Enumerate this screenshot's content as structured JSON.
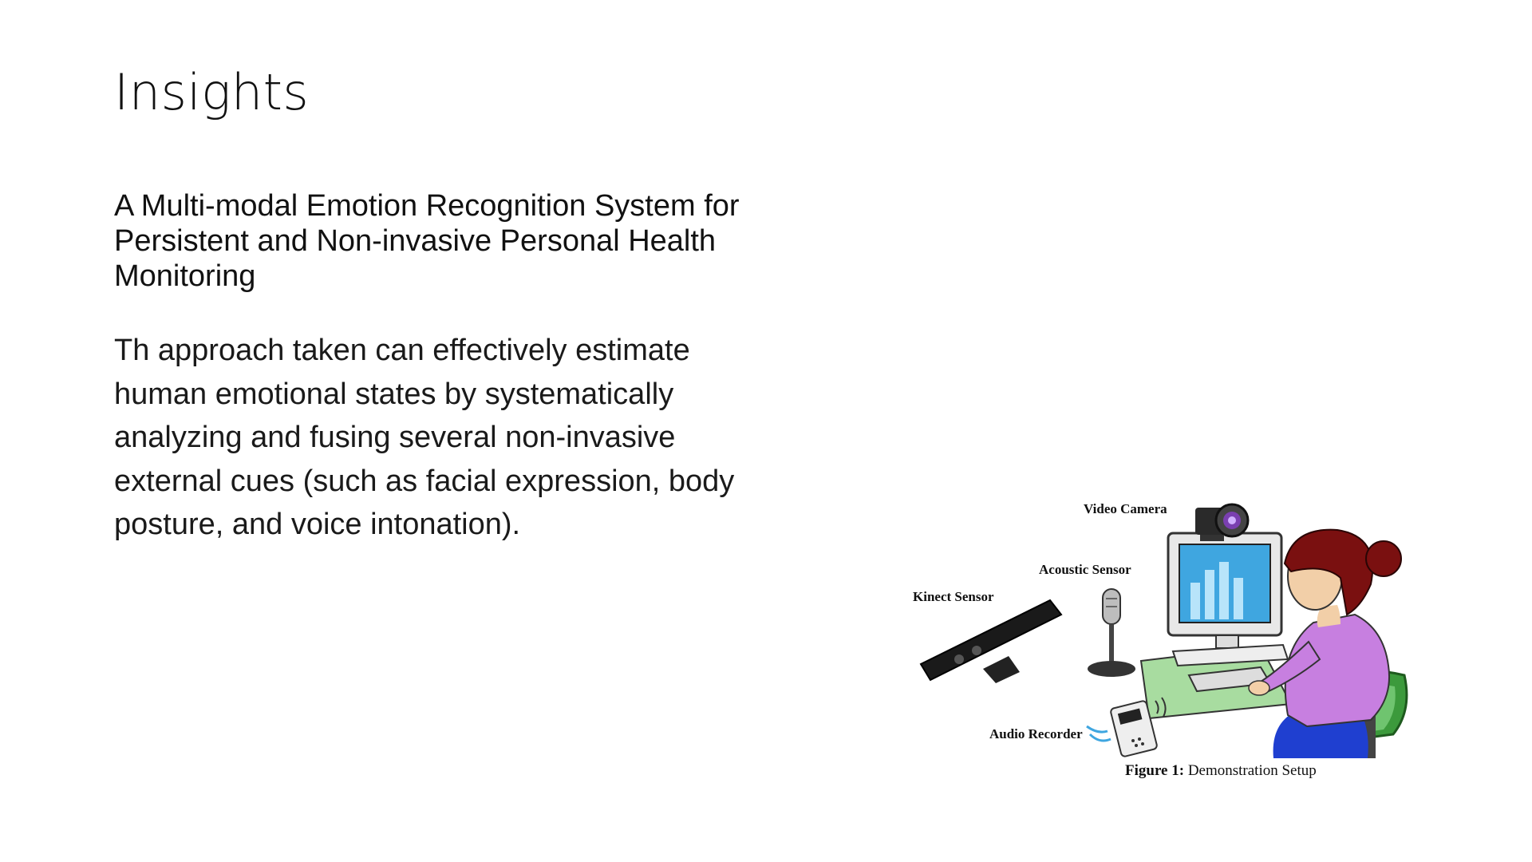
{
  "slide": {
    "title": "Insights",
    "paper_title": "A Multi-modal Emotion Recognition System for Persistent and Non-invasive Personal Health Monitoring",
    "body": "Th approach taken can effectively estimate human emotional states by systematically analyzing and fusing several non-invasive external cues (such as facial expression, body posture, and voice intonation)."
  },
  "figure": {
    "labels": {
      "video_camera": "Video Camera",
      "acoustic_sensor": "Acoustic Sensor",
      "kinect_sensor": "Kinect Sensor",
      "audio_recorder": "Audio Recorder"
    },
    "caption_prefix": "Figure 1:",
    "caption_text": " Demonstration Setup",
    "colors": {
      "monitor_screen": "#3fa6e0",
      "shirt": "#c77fe0",
      "hair": "#7a1010",
      "chair": "#3c9a3c",
      "desk": "#a8dca0",
      "pants": "#1f3fd0"
    }
  }
}
